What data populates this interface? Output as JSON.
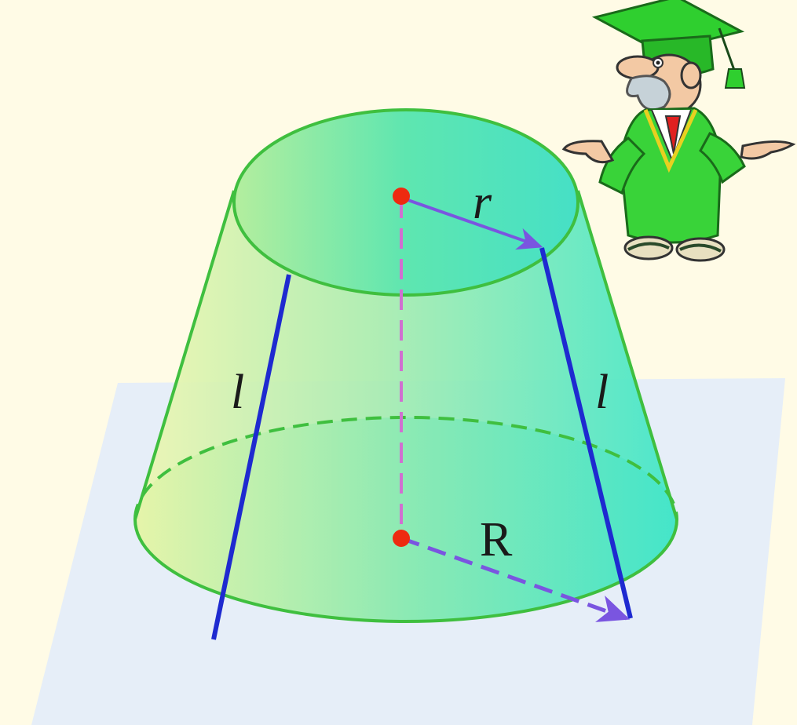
{
  "labels": {
    "top_radius": "r",
    "bottom_radius": "R",
    "slant_left": "l",
    "slant_right": "l"
  },
  "colors": {
    "background": "#fffbe6",
    "plane": "#e6eef8",
    "frustum_edge": "#3fbf3f",
    "frustum_fill_light": "#e8f5a0",
    "frustum_fill_dark": "#3fe8c0",
    "generatrix": "#1e2ad0",
    "axis": "#d070d0",
    "radius_arrow": "#7a55e0",
    "center_point": "#ee2a10"
  },
  "icons": {
    "professor": "professor-in-graduation-gown-icon"
  }
}
